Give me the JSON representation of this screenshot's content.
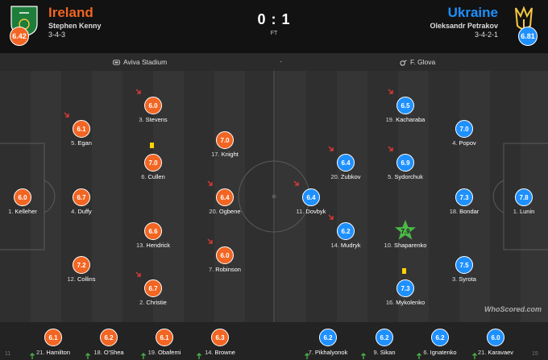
{
  "header": {
    "home": {
      "name": "Ireland",
      "coach": "Stephen Kenny",
      "formation": "3-4-3",
      "rating": "6.42",
      "color": "#f26522"
    },
    "away": {
      "name": "Ukraine",
      "coach": "Oleksandr Petrakov",
      "formation": "3-4-2-1",
      "rating": "6.81",
      "color": "#1e90ff"
    },
    "score": "0 : 1",
    "status": "FT"
  },
  "info": {
    "stadium": "Aviva Stadium",
    "separator": "·",
    "referee": "F. Glova"
  },
  "home_players": [
    {
      "number": "1.",
      "name": "Kelleher",
      "rating": "6.0"
    },
    {
      "number": "5.",
      "name": "Egan",
      "rating": "6.1",
      "subbed_off": true
    },
    {
      "number": "4.",
      "name": "Duffy",
      "rating": "6.7"
    },
    {
      "number": "12.",
      "name": "Collins",
      "rating": "7.2"
    },
    {
      "number": "3.",
      "name": "Stevens",
      "rating": "6.0",
      "subbed_off": true
    },
    {
      "number": "6.",
      "name": "Cullen",
      "rating": "7.0",
      "yellow_card": true
    },
    {
      "number": "13.",
      "name": "Hendrick",
      "rating": "6.6"
    },
    {
      "number": "2.",
      "name": "Christie",
      "rating": "6.7",
      "subbed_off": true
    },
    {
      "number": "17.",
      "name": "Knight",
      "rating": "7.0"
    },
    {
      "number": "20.",
      "name": "Ogbene",
      "rating": "6.4",
      "subbed_off": true
    },
    {
      "number": "7.",
      "name": "Robinson",
      "rating": "6.0",
      "subbed_off": true
    }
  ],
  "away_players": [
    {
      "number": "1.",
      "name": "Lunin",
      "rating": "7.8"
    },
    {
      "number": "4.",
      "name": "Popov",
      "rating": "7.0"
    },
    {
      "number": "18.",
      "name": "Bondar",
      "rating": "7.3"
    },
    {
      "number": "3.",
      "name": "Syrota",
      "rating": "7.5"
    },
    {
      "number": "19.",
      "name": "Kacharaba",
      "rating": "6.5",
      "subbed_off": true
    },
    {
      "number": "5.",
      "name": "Sydorchuk",
      "rating": "6.9",
      "subbed_off": true
    },
    {
      "number": "10.",
      "name": "Shaparenko",
      "rating": "7.9",
      "man_of_match": true
    },
    {
      "number": "16.",
      "name": "Mykolenko",
      "rating": "7.3",
      "yellow_card": true
    },
    {
      "number": "20.",
      "name": "Zubkov",
      "rating": "6.4",
      "subbed_off": true
    },
    {
      "number": "14.",
      "name": "Mudryk",
      "rating": "6.2",
      "subbed_off": true
    },
    {
      "number": "11.",
      "name": "Dovbyk",
      "rating": "6.4",
      "subbed_off": true
    }
  ],
  "home_subs": [
    {
      "number": "21.",
      "name": "Hamilton",
      "rating": "6.1"
    },
    {
      "number": "18.",
      "name": "O'Shea",
      "rating": "6.2"
    },
    {
      "number": "19.",
      "name": "Obafemi",
      "rating": "6.1"
    },
    {
      "number": "14.",
      "name": "Browne",
      "rating": "6.3"
    }
  ],
  "away_subs": [
    {
      "number": "7.",
      "name": "Pikhalyonok",
      "rating": "6.2"
    },
    {
      "number": "9.",
      "name": "Sikan",
      "rating": "6.2"
    },
    {
      "number": "6.",
      "name": "Ignatenko",
      "rating": "6.2"
    },
    {
      "number": "21.",
      "name": "Karavaev",
      "rating": "6.0"
    }
  ],
  "subs_edge": {
    "left": "11",
    "right": "15"
  },
  "watermark": "WhoScored.com"
}
